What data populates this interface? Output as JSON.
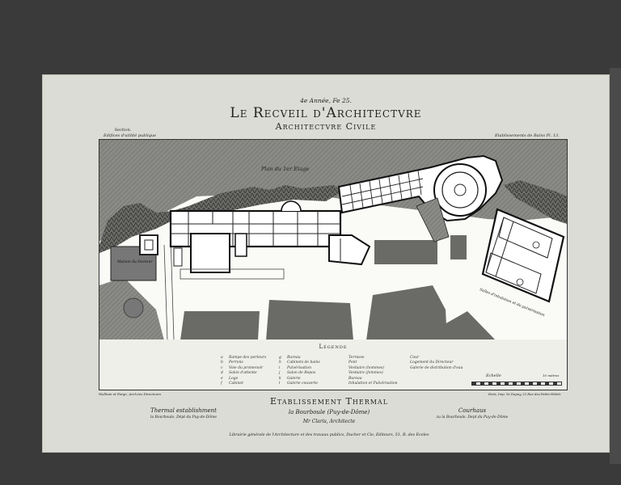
{
  "header": {
    "issue": "4e Année, Fe 25.",
    "title": "Le Recveil d'Architectvre",
    "subtitle": "Architectvre Civile",
    "left_note_1": "Section.",
    "left_note_2": "Edifices d'utilité publique",
    "right_note": "Etablissements de Bains Pl. 13."
  },
  "plan": {
    "floor_label": "Plan du 1er Etage",
    "house_label": "Maison du Docteur",
    "wing_label": "Salles d'inhalation et de pulvérisation"
  },
  "legend": {
    "title": "Légende",
    "items": [
      [
        "a",
        "Rampe des porteurs"
      ],
      [
        "b",
        "Perrons"
      ],
      [
        "c",
        "Voie du promenoir"
      ],
      [
        "d",
        "Salon d'attente"
      ],
      [
        "e",
        "Loge"
      ],
      [
        "f",
        "Cabinet"
      ],
      [
        "g",
        "Bureau"
      ],
      [
        "h",
        "Cabinets de bains"
      ],
      [
        "i",
        "Pulvérisation"
      ],
      [
        "j",
        "Salon de Repos"
      ],
      [
        "k",
        "Galerie"
      ],
      [
        "l",
        "Galerie couverte"
      ],
      [
        "",
        "Terrasse"
      ],
      [
        "",
        "Pont"
      ],
      [
        "",
        "Vestiaire (hommes)"
      ],
      [
        "",
        "Vestiaire (femmes)"
      ],
      [
        "",
        "Bureau"
      ],
      [
        "",
        "Inhalation et Pulvérisation"
      ],
      [
        "",
        "Cour"
      ],
      [
        "",
        "Logement du Directeur"
      ],
      [
        "",
        "Galerie de distribution d'eau"
      ]
    ],
    "scale_label": "Echelle",
    "scale_unit": "10 mètres"
  },
  "footer": {
    "engravers": "Wulliam et Farge, Arch.tes Directeurs",
    "printer": "Paris, Imp. Ve Dupuy, 22 Rue des Petits Hôtels",
    "main_title": "Etablissement Thermal",
    "location": "la Bourboule (Puy-de-Dôme)",
    "architect": "Mr Claris, Architecte",
    "left_title": "Thermal establishment",
    "left_sub": "la Bourboule, Dépt du Puy-de-Dôme",
    "right_title": "Courhaus",
    "right_sub": "zu la Bourboule, Dept du Puy-de-Dôme",
    "publisher": "Librairie générale de l'Architecture et des travaux publics, Ducher et Cie, Editeurs, 51, R. des Ecoles"
  }
}
